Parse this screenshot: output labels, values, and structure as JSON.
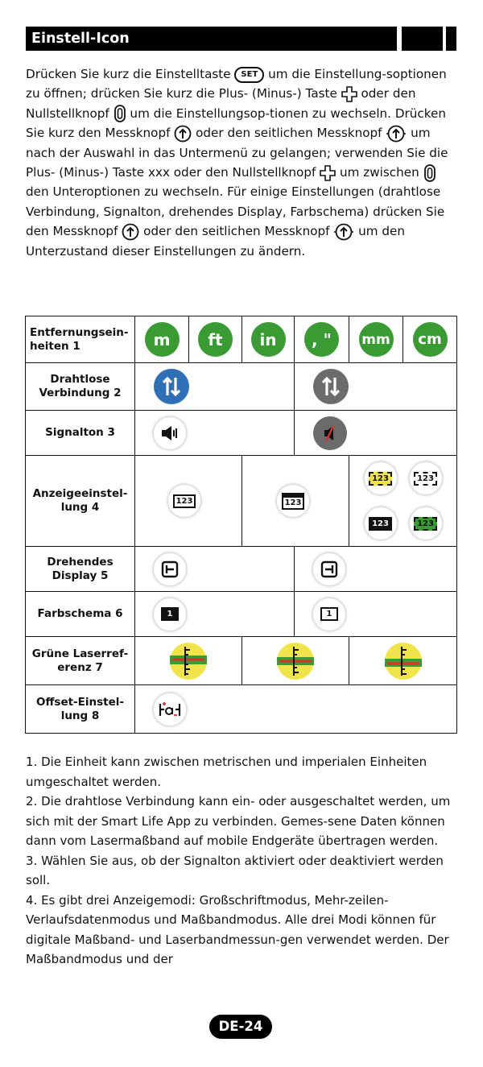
{
  "header": {
    "title": "Einstell-Icon"
  },
  "intro": {
    "t1": "Drücken Sie kurz die Einstelltaste ",
    "set_key": "SET",
    "t2": " um die Einstellung-soptionen zu öffnen; drücken Sie kurz die Plus- (Minus-) Taste ",
    "t3": " oder den Nullstellknopf ",
    "t4": " um die Einstellungsop-tionen zu wechseln. Drücken Sie kurz den Messknopf ",
    "t5": " oder den seitlichen Messknopf ",
    "t6": " um nach der Auswahl in das Untermenü zu gelangen; verwenden Sie die Plus- (Minus-) Taste xxx oder den Nullstellknopf ",
    "t7": " um zwischen ",
    "t8": " den Unteroptionen zu wechseln. Für einige Einstellungen (drahtlose Verbindung, Signalton, drehendes Display, Farbschema) drücken Sie den Messknopf ",
    "t9": " oder den seitlichen Messknopf ",
    "t10": " um den Unterzustand dieser Einstellungen zu ändern."
  },
  "table": {
    "rows": [
      {
        "label": "Entfernungsein-heiten 1",
        "units": [
          "m",
          "ft",
          "in",
          ", \"",
          "mm",
          "cm"
        ]
      },
      {
        "label": "Drahtlose Verbindung 2"
      },
      {
        "label": "Signalton 3"
      },
      {
        "label": "Anzeigeeinstel-lung 4",
        "display_value": "123"
      },
      {
        "label": "Drehendes Display 5"
      },
      {
        "label": "Farbschema 6",
        "scheme_value": "1"
      },
      {
        "label": "Grüne Laserref-erenz 7"
      },
      {
        "label": "Offset-Einstel-lung 8"
      }
    ]
  },
  "colors": {
    "green": "#3a9b35",
    "blue": "#2f6fb5",
    "grey": "#6b6b6b",
    "yellow": "#f1e34a",
    "red": "#d9322b"
  },
  "footnotes": [
    "1. Die Einheit kann zwischen metrischen und imperialen Einheiten umgeschaltet werden.",
    "2. Die drahtlose Verbindung kann ein- oder ausgeschaltet werden, um sich mit der Smart Life App zu verbinden. Gemes-sene Daten können dann vom Lasermaßband auf mobile Endgeräte übertragen werden.",
    "3. Wählen Sie aus, ob der Signalton aktiviert oder deaktiviert werden soll.",
    "4. Es gibt drei Anzeigemodi: Großschriftmodus, Mehr-zeilen-Verlaufsdatenmodus und Maßbandmodus. Alle drei Modi können für digitale Maßband- und Laserbandmessun-gen verwendet werden. Der Maßbandmodus und der"
  ],
  "page": {
    "number": "DE-24"
  }
}
